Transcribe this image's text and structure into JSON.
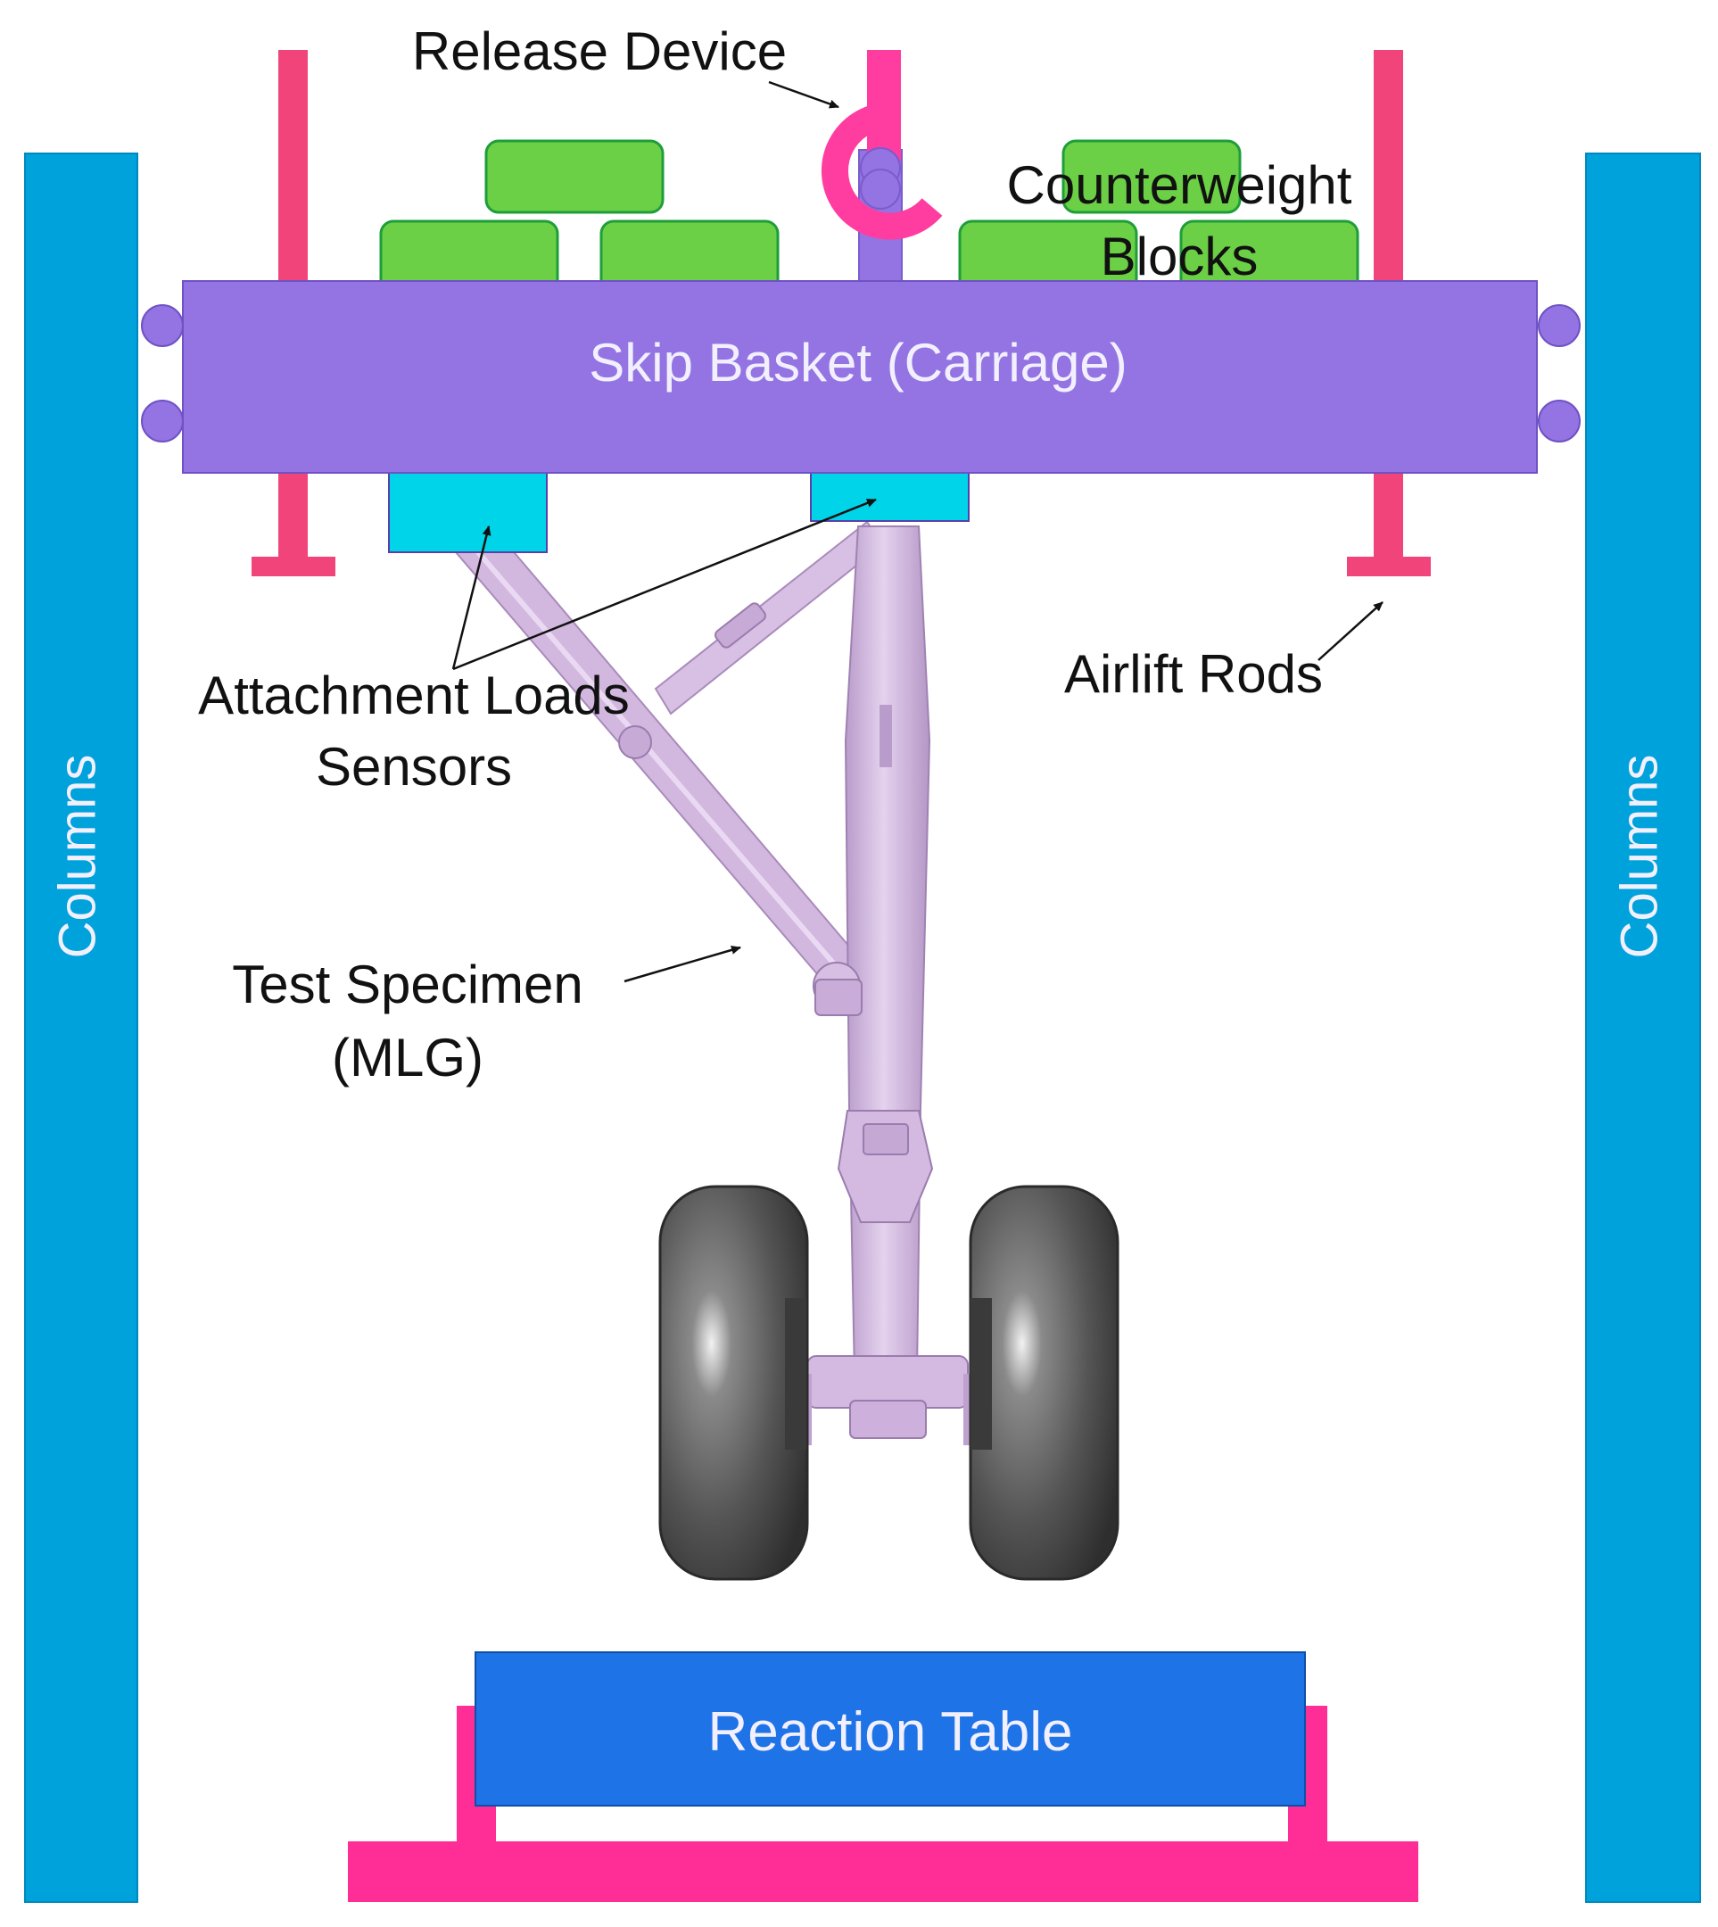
{
  "colors": {
    "column": "#00A2DB",
    "airlift_rod": "#F0447A",
    "carriage": "#9473E3",
    "counterweight": "#6CD046",
    "sensor": "#00D4E8",
    "hook": "#FF3CA0",
    "table": "#1E73E6",
    "table_base": "#FF2E96",
    "specimen": "#D4B9E0",
    "tire": "#555555"
  },
  "labels": {
    "release_device": "Release Device",
    "counterweight_line1": "Counterweight",
    "counterweight_line2": "Blocks",
    "skip_basket": "Skip Basket (Carriage)",
    "sensors_line1": "Attachment Loads",
    "sensors_line2": "Sensors",
    "airlift_rods": "Airlift Rods",
    "specimen_line1": "Test Specimen",
    "specimen_line2": "(MLG)",
    "reaction_table": "Reaction Table",
    "column_left": "Columns",
    "column_right": "Columns"
  }
}
